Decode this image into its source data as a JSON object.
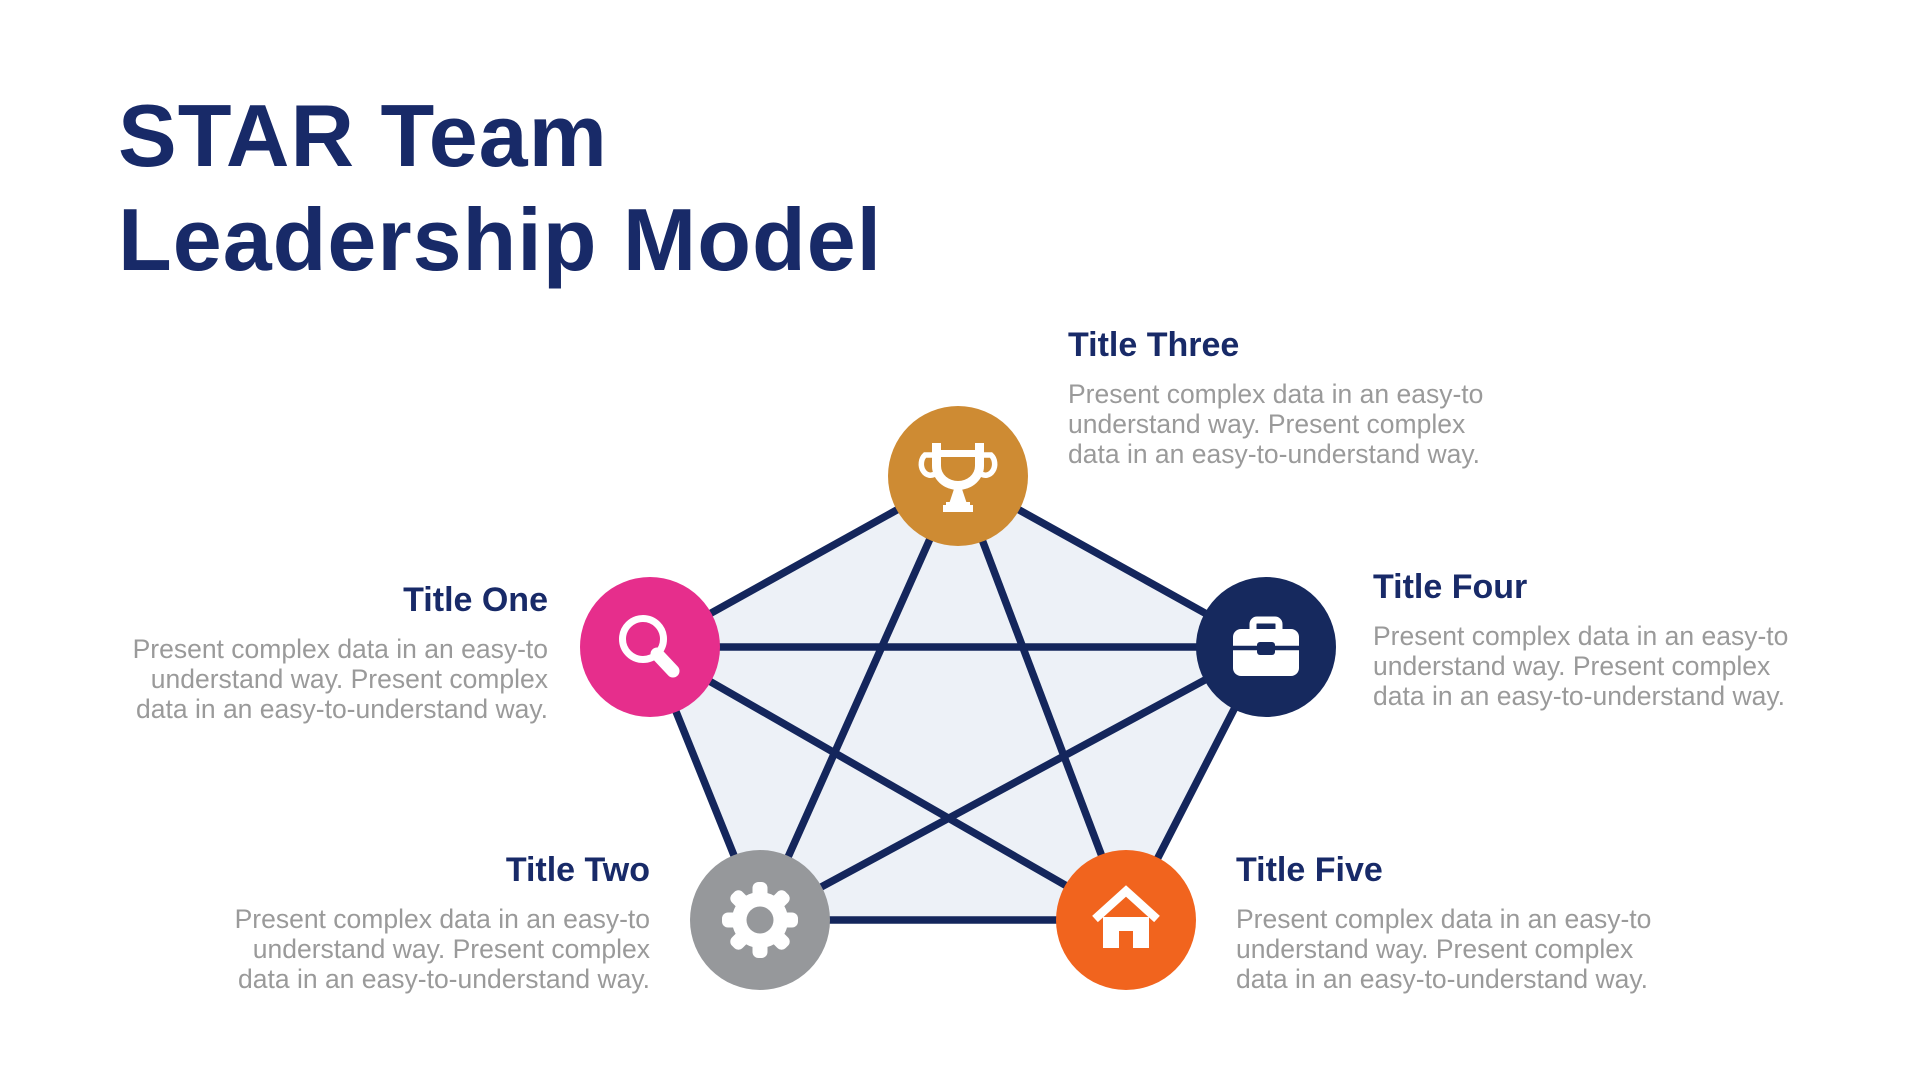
{
  "slide": {
    "title": "STAR Team\nLeadership Model"
  },
  "diagram": {
    "type": "pentagon-network",
    "pentagon_fill": "#EDF1F7",
    "line_color": "#14265C",
    "title_color": "#182A68",
    "body_color": "#9A9A9A",
    "icon_color": "#FFFFFF",
    "nodes": [
      {
        "title": "Title One",
        "icon": "search-icon",
        "color": "#E62E8C",
        "description": "Present complex data in an easy-to\nunderstand way. Present complex\ndata in an easy-to-understand way."
      },
      {
        "title": "Title Two",
        "icon": "gear-icon",
        "color": "#96989B",
        "description": "Present complex data in an easy-to\nunderstand way. Present complex\ndata in an easy-to-understand way."
      },
      {
        "title": "Title Three",
        "icon": "trophy-icon",
        "color": "#CE8B33",
        "description": "Present complex data in an easy-to\nunderstand way. Present complex\ndata in an easy-to-understand way."
      },
      {
        "title": "Title Four",
        "icon": "briefcase-icon",
        "color": "#16295E",
        "description": "Present complex data in an easy-to\nunderstand way. Present complex\ndata in an easy-to-understand way."
      },
      {
        "title": "Title Five",
        "icon": "home-icon",
        "color": "#F1641E",
        "description": "Present complex data in an easy-to\nunderstand way. Present complex\ndata in an easy-to-understand way."
      }
    ]
  }
}
